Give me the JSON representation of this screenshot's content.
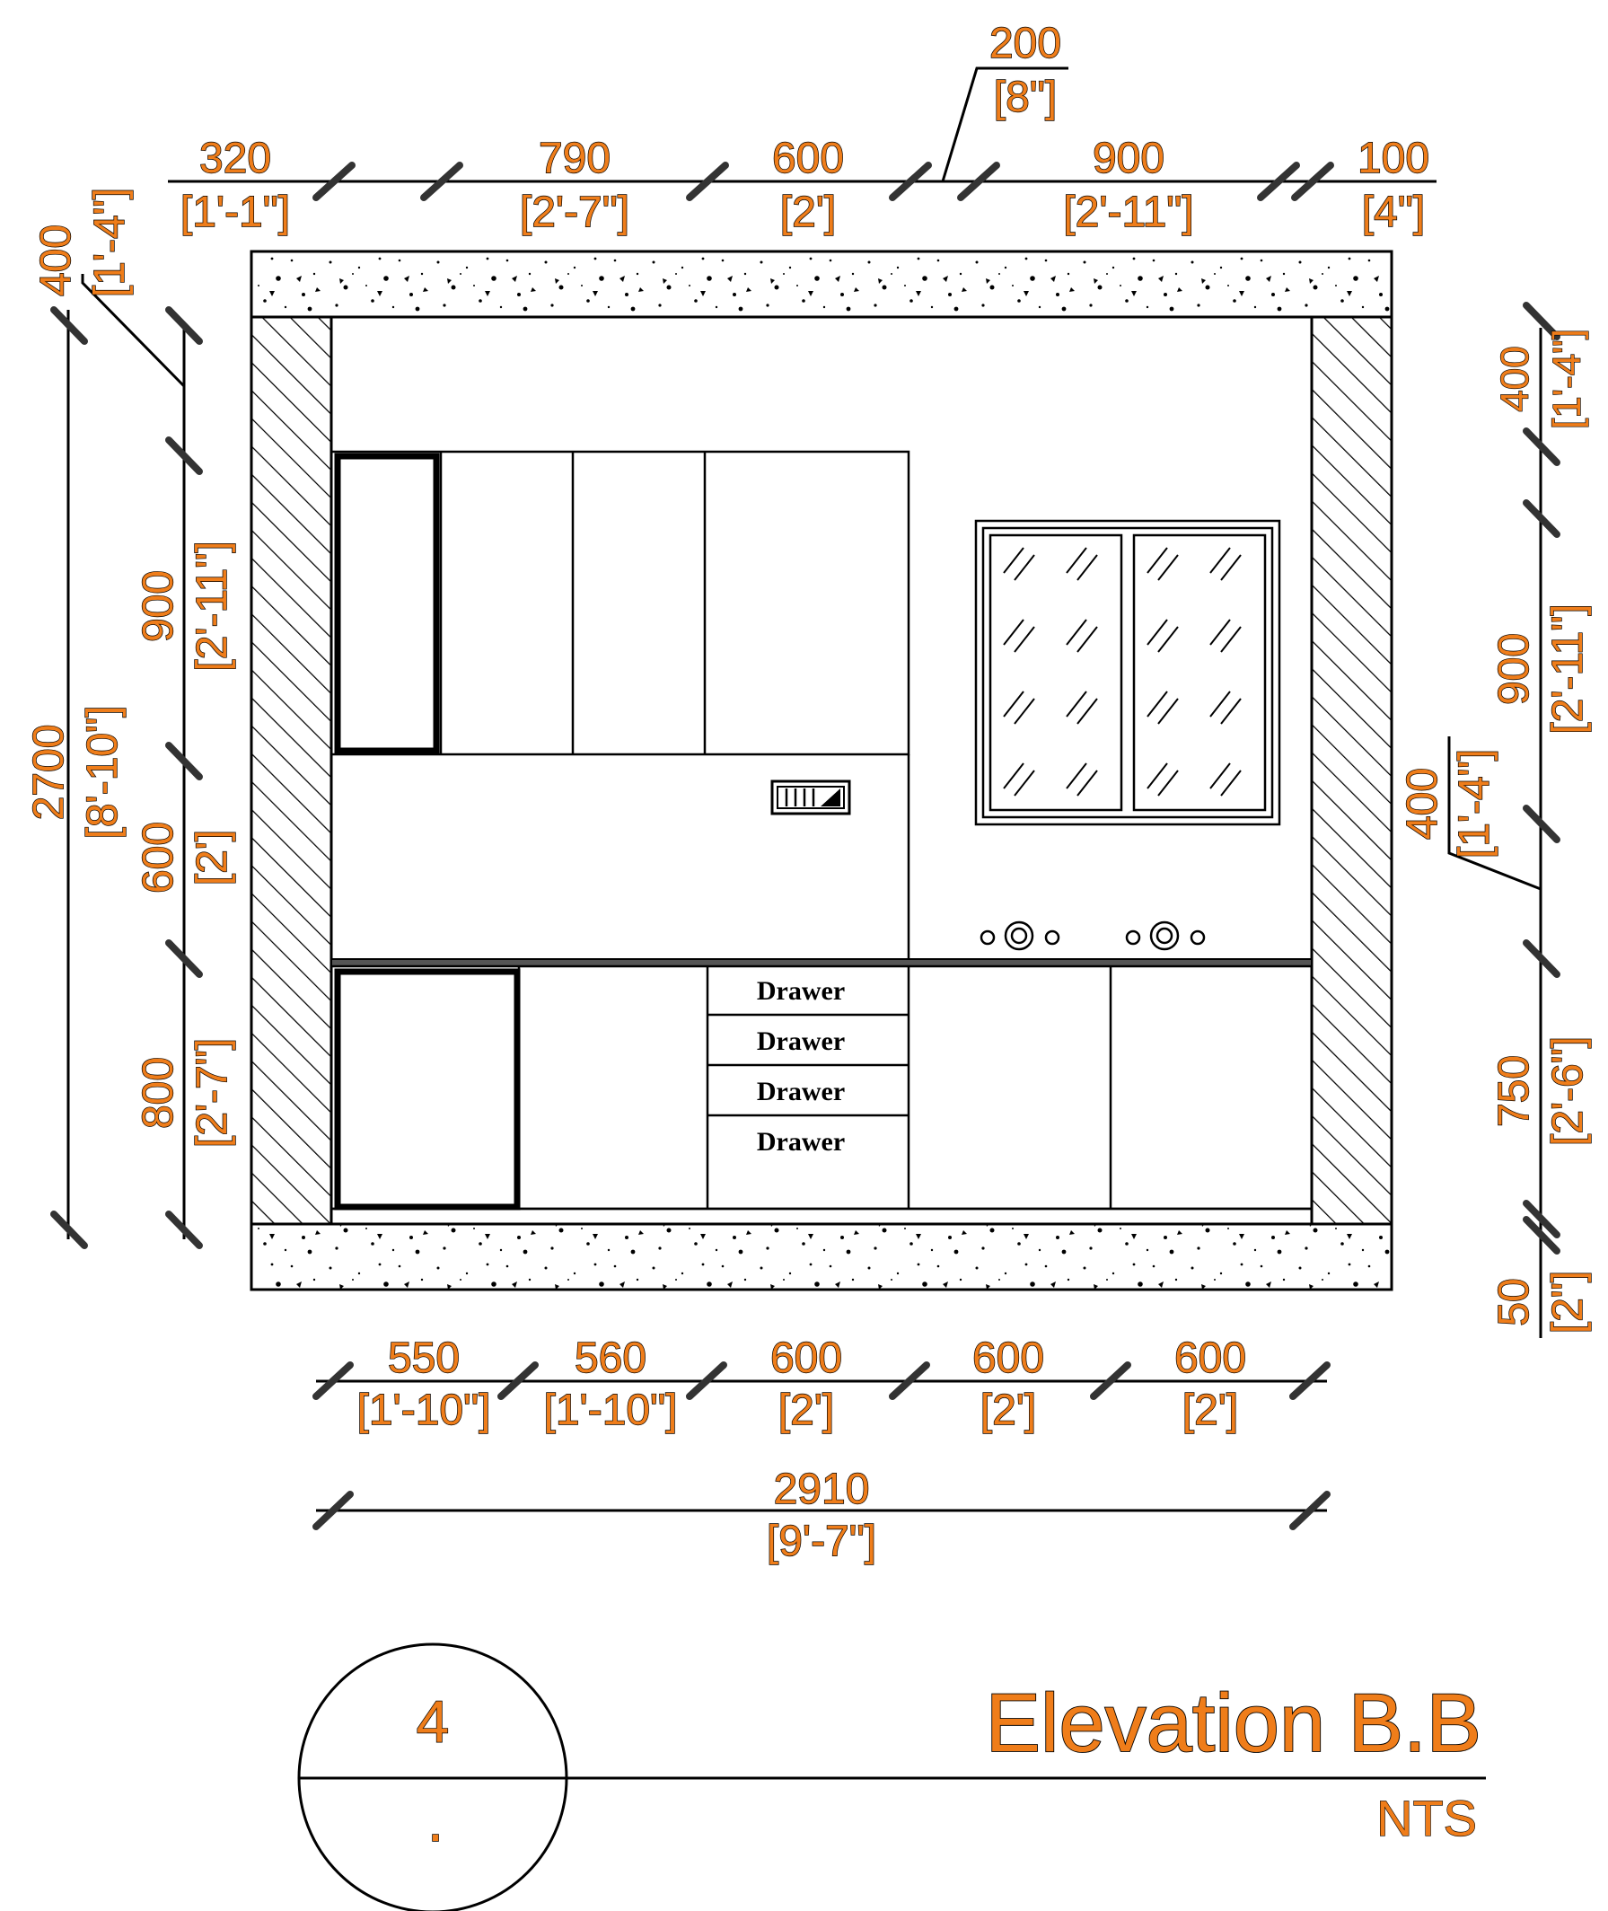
{
  "top_dims": [
    {
      "mm": "320",
      "ft": "[1'-1\"]"
    },
    {
      "mm": "790",
      "ft": "[2'-7\"]"
    },
    {
      "mm": "600",
      "ft": "[2']"
    },
    {
      "mm": "200",
      "ft": "[8\"]"
    },
    {
      "mm": "900",
      "ft": "[2'-11\"]"
    },
    {
      "mm": "100",
      "ft": "[4\"]"
    }
  ],
  "left_dims": [
    {
      "mm": "400",
      "ft": "[1'-4\"]"
    },
    {
      "mm": "900",
      "ft": "[2'-11\"]"
    },
    {
      "mm": "600",
      "ft": "[2']"
    },
    {
      "mm": "800",
      "ft": "[2'-7\"]"
    }
  ],
  "left_total": {
    "mm": "2700",
    "ft": "[8'-10\"]"
  },
  "right_dims": [
    {
      "mm": "400",
      "ft": "[1'-4\"]"
    },
    {
      "mm": "900",
      "ft": "[2'-11\"]"
    },
    {
      "mm": "400",
      "ft": "[1'-4\"]"
    },
    {
      "mm": "750",
      "ft": "[2'-6\"]"
    },
    {
      "mm": "50",
      "ft": "[2\"]"
    }
  ],
  "bottom_dims": [
    {
      "mm": "550",
      "ft": "[1'-10\"]"
    },
    {
      "mm": "560",
      "ft": "[1'-10\"]"
    },
    {
      "mm": "600",
      "ft": "[2']"
    },
    {
      "mm": "600",
      "ft": "[2']"
    },
    {
      "mm": "600",
      "ft": "[2']"
    }
  ],
  "bottom_total": {
    "mm": "2910",
    "ft": "[9'-7\"]"
  },
  "drawers": [
    "Drawer",
    "Drawer",
    "Drawer",
    "Drawer"
  ],
  "title_block": {
    "number": "4",
    "sub": ".",
    "title": "Elevation B.B",
    "scale": "NTS"
  },
  "colors": {
    "dimension_text": "#ef7d1a",
    "lines": "#000000"
  }
}
